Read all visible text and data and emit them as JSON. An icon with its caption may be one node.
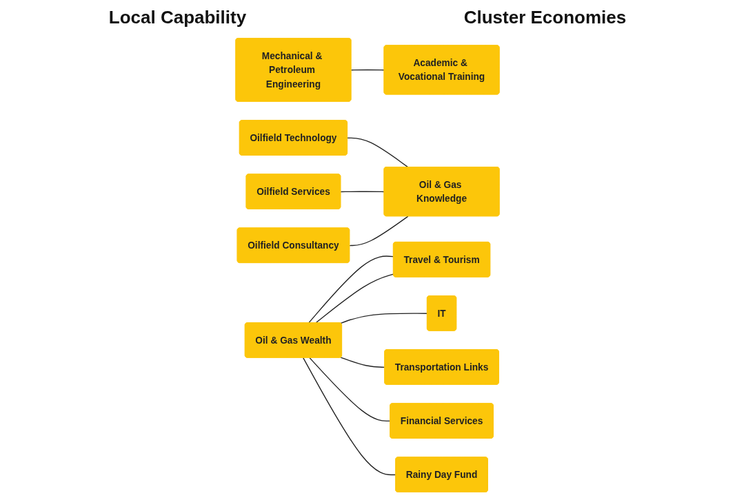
{
  "diagram": {
    "nodes": [
      {
        "text": [
          "Mechanical & Petroleum Engineering"
        ]
      },
      {
        "text": [
          "Academic & Vocational Training"
        ]
      },
      {
        "text": [
          "Oilfield Technology"
        ]
      },
      {
        "text": [
          "Oil & Gas Knowledge"
        ]
      },
      {
        "text": [
          "Oilfield Services"
        ]
      },
      {
        "text": [
          "Oilfield Consultancy"
        ]
      },
      {
        "text": [
          "Travel & Tourism"
        ]
      },
      {
        "text": [
          "Oil & Gas Wealth"
        ]
      },
      {
        "text": [
          "IT"
        ]
      },
      {
        "text": [
          "Transportation Links"
        ]
      },
      {
        "text": [
          "Financial Services"
        ]
      },
      {
        "text": [
          "Rainy Day Fund"
        ]
      }
    ],
    "edges": [
      {
        "from": 0,
        "to": 1,
        "arrow": "none"
      },
      {
        "from": 2,
        "to": 3,
        "arrow": "none"
      },
      {
        "from": 4,
        "to": 3,
        "arrow": "none"
      },
      {
        "from": 5,
        "to": 3,
        "arrow": "none"
      },
      {
        "from": 7,
        "to": 6,
        "arrow": "none"
      },
      {
        "from": 7,
        "to": 6,
        "arrow": "none"
      },
      {
        "from": 7,
        "to": 8,
        "arrow": "none"
      },
      {
        "from": 7,
        "to": 9,
        "arrow": "none"
      },
      {
        "from": 7,
        "to": 10,
        "arrow": "none"
      },
      {
        "from": 7,
        "to": 11,
        "arrow": "none"
      }
    ],
    "labels": [
      "Local Capability",
      "Cluster Economies"
    ]
  }
}
